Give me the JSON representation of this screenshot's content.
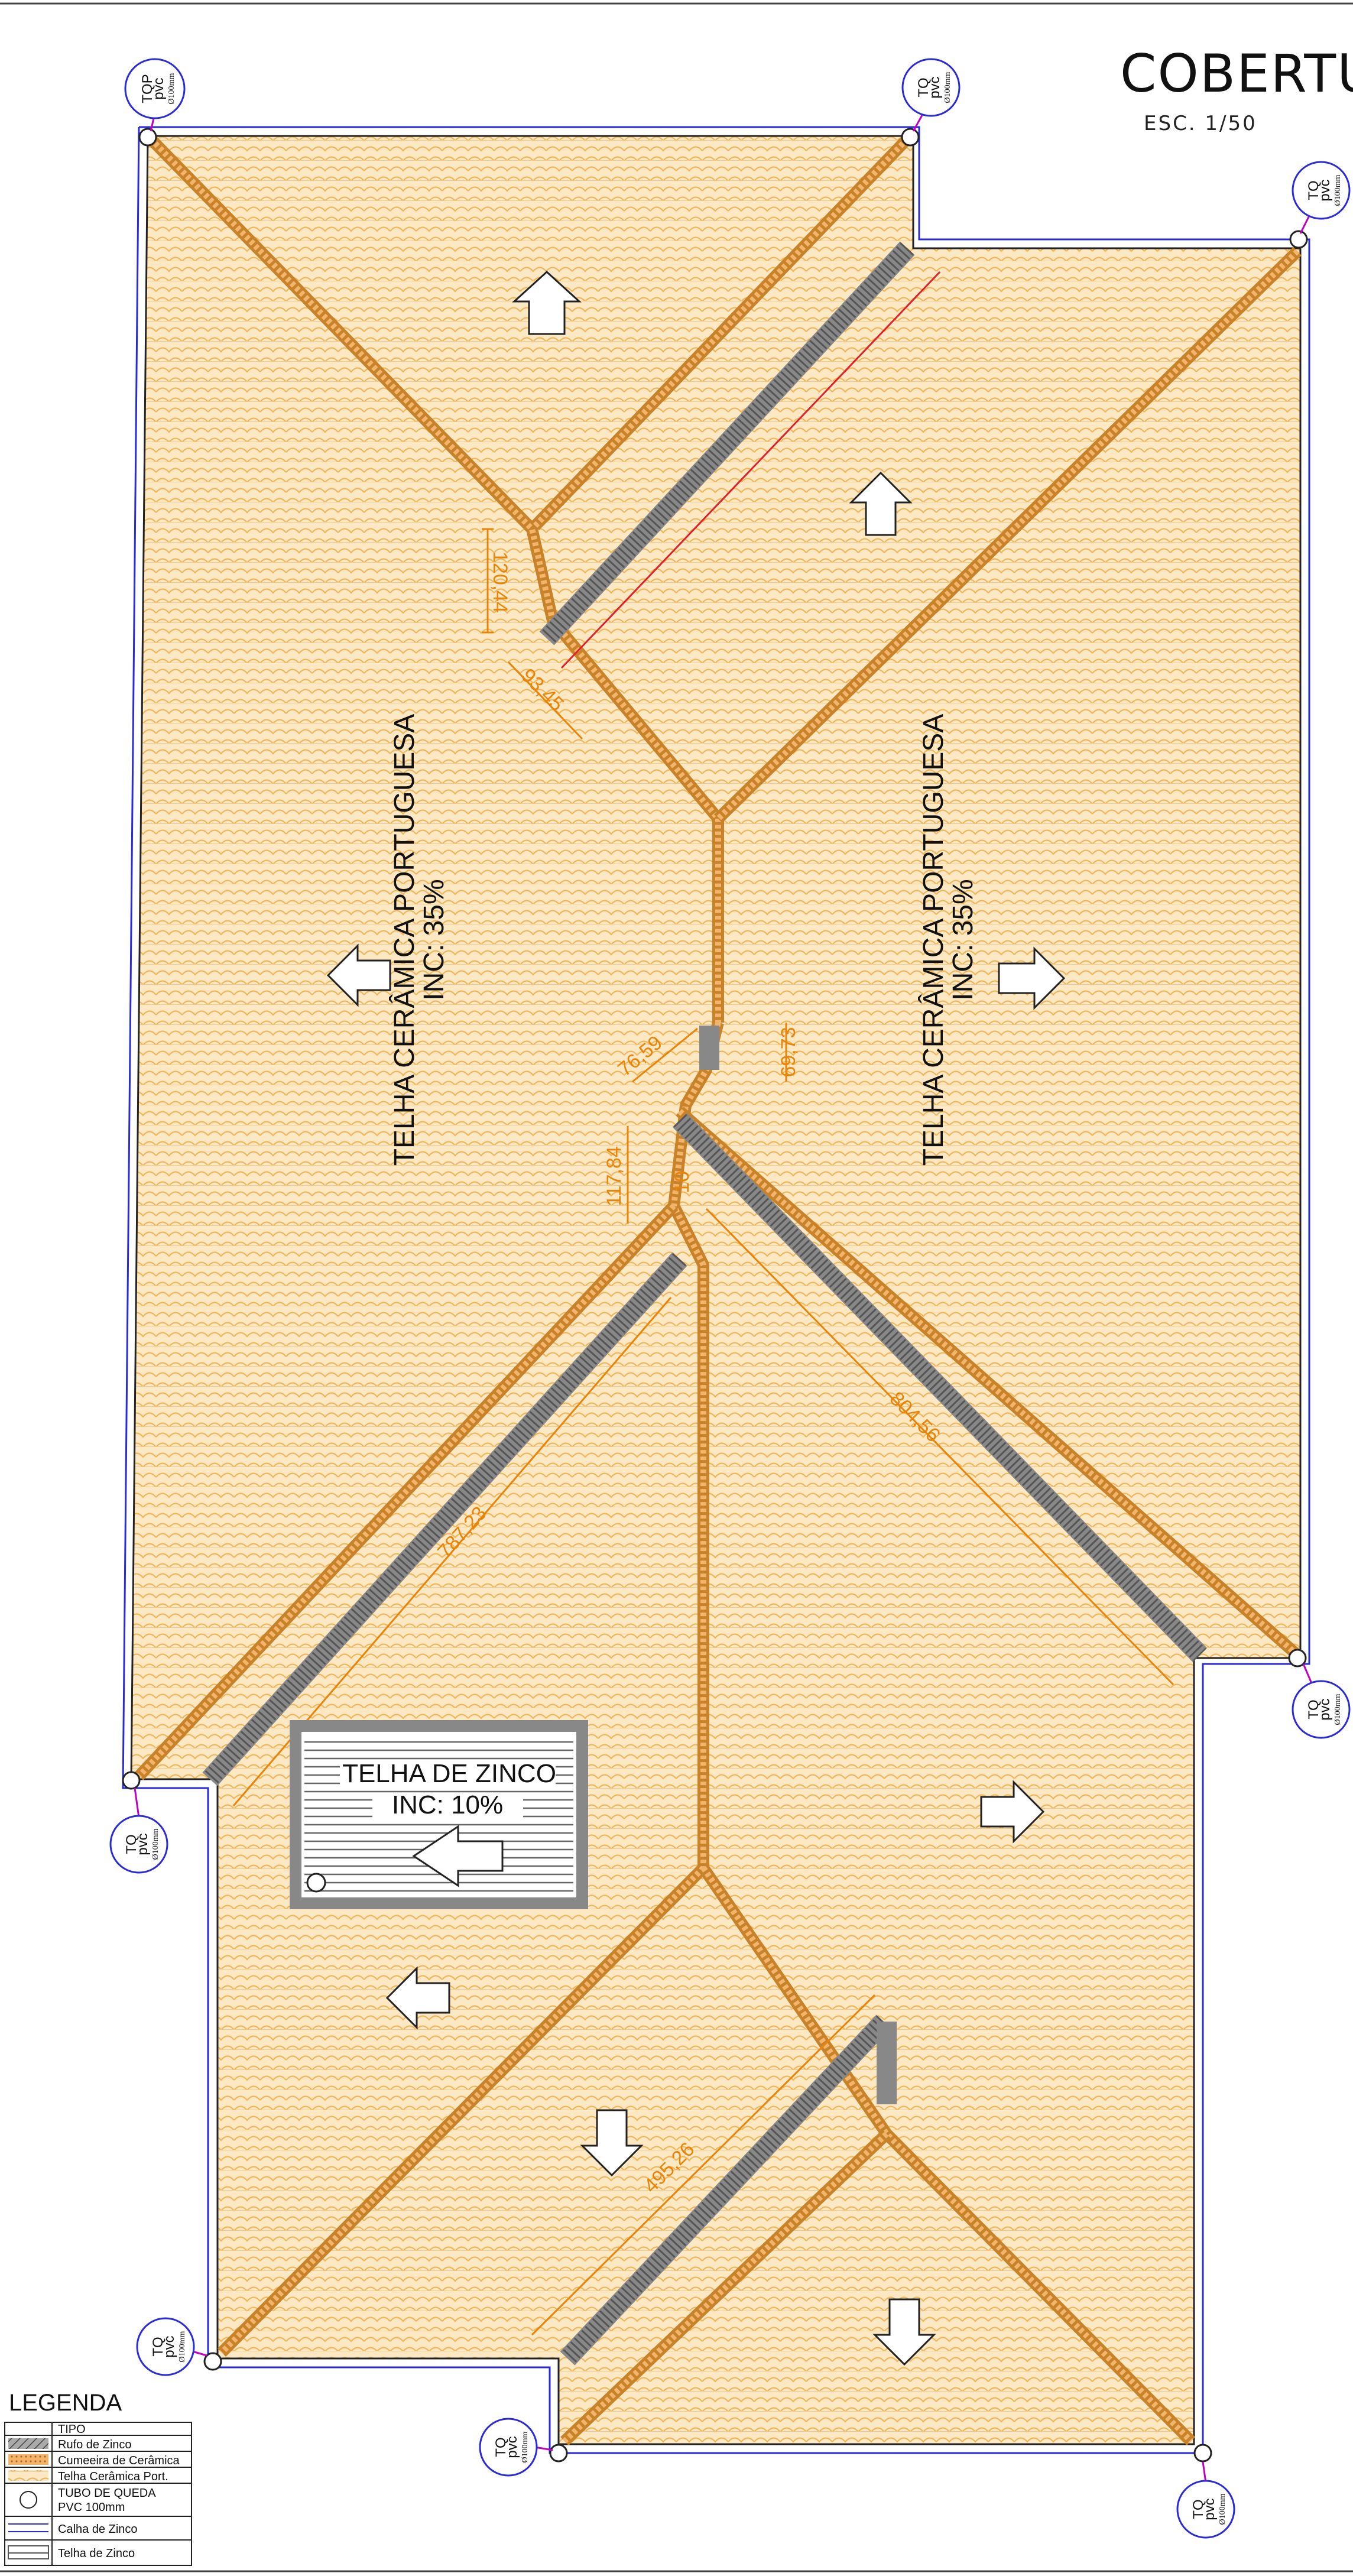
{
  "title": "COBERTU",
  "scale": "ESC. 1/50",
  "roof_labels": {
    "left_line1": "TELHA CERÂMICA PORTUGUESA",
    "left_line2": "INC: 35%",
    "right_line1": "TELHA CERÂMICA PORTUGUESA",
    "right_line2": "INC: 35%",
    "zinc_line1": "TELHA DE ZINCO",
    "zinc_line2": "INC: 10%"
  },
  "dimensions": {
    "d1": "120,44",
    "d2": "93,45",
    "d3": "76,59",
    "d4": "69,73",
    "d5": "117,84",
    "d6": "10",
    "d7": "804,56",
    "d8": "787,23",
    "d9": "495,26"
  },
  "downpipe": {
    "tqp_label": "TQP",
    "tq_label": "TQ",
    "pvc": "pvc",
    "diameter": "Ø100mm"
  },
  "legend": {
    "heading": "LEGENDA",
    "header": "TIPO",
    "items": [
      {
        "label": "Rufo de Zinco",
        "icon": "flashing-hatch-icon"
      },
      {
        "label": "Cumeeira de Cerâmica",
        "icon": "ridge-dots-icon"
      },
      {
        "label": "Telha Cerâmica Port.",
        "icon": "tile-pattern-icon"
      },
      {
        "label": "TUBO DE QUEDA",
        "label2": "PVC 100mm",
        "icon": "circle-icon"
      },
      {
        "label": "Calha de Zinco",
        "icon": "double-line-icon"
      },
      {
        "label": "Telha de Zinco",
        "icon": "zinc-bar-icon"
      }
    ]
  },
  "colors": {
    "tile_fill": "#fde8c4",
    "tile_line": "#f0b65c",
    "ridge": "#c7822a",
    "dimension": "#e8840a",
    "gutter": "#2a2ad8",
    "flashing": "#888888"
  }
}
